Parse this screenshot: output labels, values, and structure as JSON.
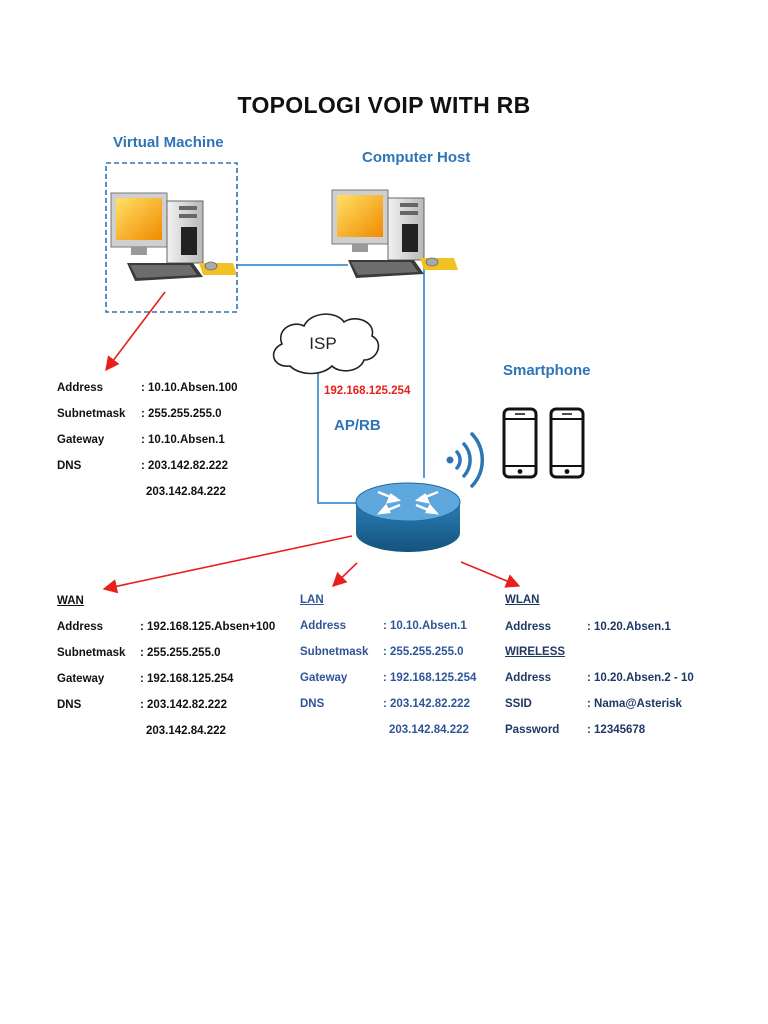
{
  "title": "TOPOLOGI VOIP WITH RB",
  "nodes": {
    "virtual_machine": "Virtual Machine",
    "computer_host": "Computer Host",
    "isp": "ISP",
    "isp_ip": "192.168.125.254",
    "router": "AP/RB",
    "smartphone": "Smartphone"
  },
  "vm_config": [
    {
      "key": "Address",
      "value": ": 10.10.Absen.100"
    },
    {
      "key": "Subnetmask",
      "value": ": 255.255.255.0"
    },
    {
      "key": "Gateway",
      "value": ": 10.10.Absen.1"
    },
    {
      "key": "DNS",
      "value": ": 203.142.82.222"
    },
    {
      "key": "",
      "value": "203.142.84.222"
    }
  ],
  "wan": {
    "heading": "WAN",
    "rows": [
      {
        "key": "Address",
        "value": ": 192.168.125.Absen+100"
      },
      {
        "key": "Subnetmask",
        "value": ": 255.255.255.0"
      },
      {
        "key": "Gateway",
        "value": ": 192.168.125.254"
      },
      {
        "key": "DNS",
        "value": ": 203.142.82.222"
      },
      {
        "key": "",
        "value": "203.142.84.222"
      }
    ]
  },
  "lan": {
    "heading": "LAN",
    "rows": [
      {
        "key": "Address",
        "value": ": 10.10.Absen.1"
      },
      {
        "key": "Subnetmask",
        "value": ": 255.255.255.0"
      },
      {
        "key": "Gateway",
        "value": ": 192.168.125.254"
      },
      {
        "key": "DNS",
        "value": ": 203.142.82.222"
      },
      {
        "key": "",
        "value": "203.142.84.222"
      }
    ]
  },
  "wlan": {
    "heading": "WLAN",
    "rows": [
      {
        "key": "Address",
        "value": ": 10.20.Absen.1"
      }
    ],
    "wireless_heading": "WIRELESS",
    "wireless_rows": [
      {
        "key": "Address",
        "value": ": 10.20.Absen.2 - 10"
      },
      {
        "key": "SSID",
        "value": ": Nama@Asterisk"
      },
      {
        "key": "Password",
        "value": ": 12345678"
      }
    ]
  },
  "colors": {
    "label_blue": "#2e75b6",
    "arrow_red": "#e8201c",
    "link_blue": "#5b9bd5",
    "router_blue": "#2a7fb5"
  }
}
